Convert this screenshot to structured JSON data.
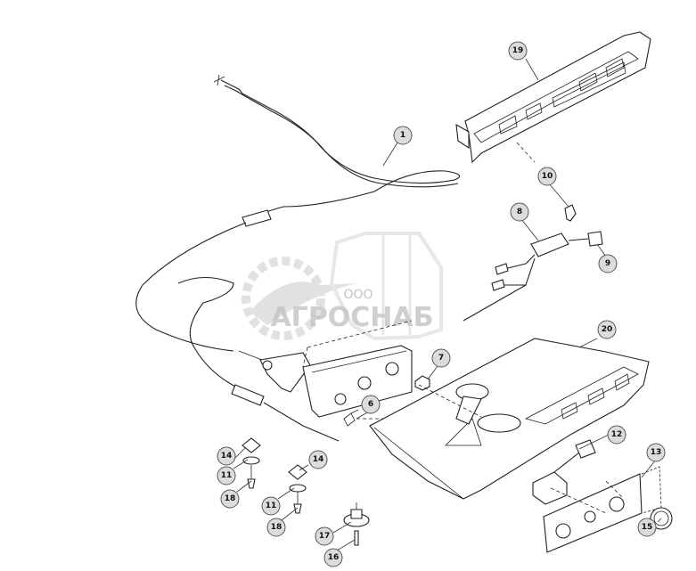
{
  "watermark": {
    "brand": "АГРОСНАБ",
    "prefix": "ООО"
  },
  "callouts": [
    {
      "id": "c1",
      "label": "1"
    },
    {
      "id": "c6",
      "label": "6"
    },
    {
      "id": "c7",
      "label": "7"
    },
    {
      "id": "c8",
      "label": "8"
    },
    {
      "id": "c9",
      "label": "9"
    },
    {
      "id": "c10",
      "label": "10"
    },
    {
      "id": "c11a",
      "label": "11"
    },
    {
      "id": "c11b",
      "label": "11"
    },
    {
      "id": "c12",
      "label": "12"
    },
    {
      "id": "c13",
      "label": "13"
    },
    {
      "id": "c14a",
      "label": "14"
    },
    {
      "id": "c14b",
      "label": "14"
    },
    {
      "id": "c15",
      "label": "15"
    },
    {
      "id": "c16",
      "label": "16"
    },
    {
      "id": "c17",
      "label": "17"
    },
    {
      "id": "c18a",
      "label": "18"
    },
    {
      "id": "c18b",
      "label": "18"
    },
    {
      "id": "c19",
      "label": "19"
    },
    {
      "id": "c20",
      "label": "20"
    }
  ]
}
